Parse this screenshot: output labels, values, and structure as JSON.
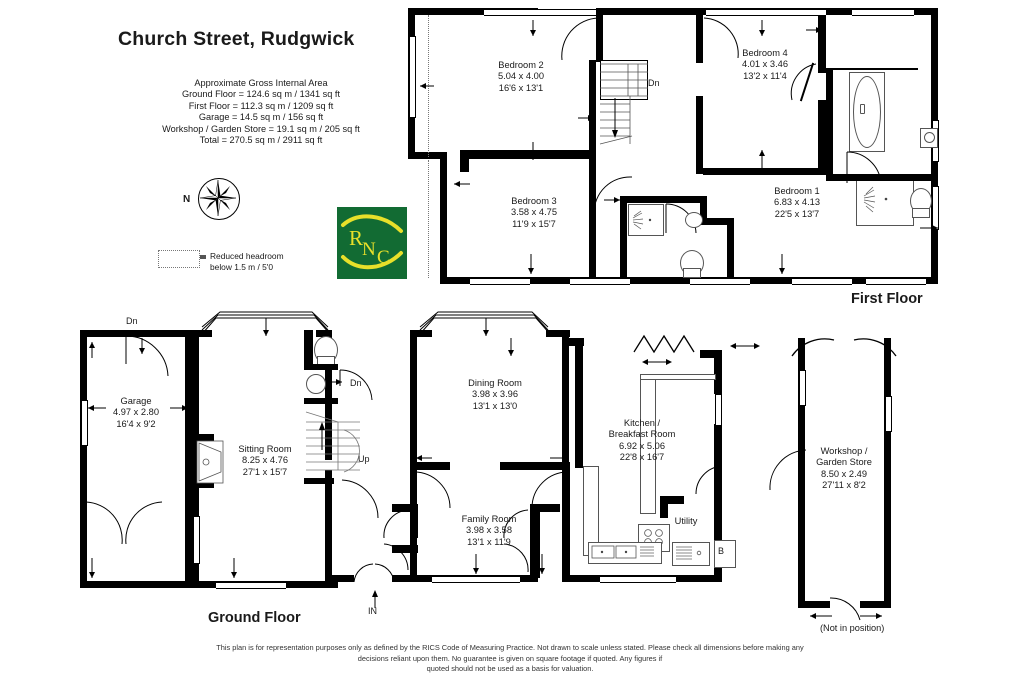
{
  "document": {
    "title": "Church Street, Rudgwick",
    "area_heading": "Approximate Gross Internal Area",
    "areas": [
      "Ground Floor = 124.6 sq m / 1341 sq ft",
      "First Floor = 112.3 sq m / 1209 sq ft",
      "Garage = 14.5 sq m / 156 sq ft",
      "Workshop / Garden Store = 19.1 sq m / 205 sq ft",
      "Total = 270.5 sq m / 2911 sq ft"
    ],
    "disclaimer_lines": [
      "This plan is for representation purposes only as defined by the RICS Code of Measuring Practice. Not drawn to scale unless stated. Please check all dimensions before making any",
      "decisions reliant upon them. No guarantee is given on square footage if quoted. Any figures if",
      "quoted should not be used as a basis for valuation."
    ]
  },
  "legend": {
    "compass_north": "N",
    "headroom_line1": "Reduced headroom",
    "headroom_line2": "below 1.5 m / 5'0"
  },
  "logo": {
    "letters": [
      "R",
      "N",
      "C"
    ],
    "background_color": "#126b33",
    "mark_color": "#e8e02a"
  },
  "floors": [
    {
      "id": "first",
      "label": "First Floor",
      "rooms": [
        {
          "name": "Bedroom 2",
          "metric": "5.04 x 4.00",
          "imperial": "16'6 x 13'1"
        },
        {
          "name": "Bedroom 4",
          "metric": "4.01 x 3.46",
          "imperial": "13'2 x 11'4"
        },
        {
          "name": "Bedroom 3",
          "metric": "3.58 x 4.75",
          "imperial": "11'9 x 15'7"
        },
        {
          "name": "Bedroom 1",
          "metric": "6.83 x 4.13",
          "imperial": "22'5 x 13'7"
        }
      ],
      "markers": [
        {
          "label": "Dn"
        }
      ]
    },
    {
      "id": "ground",
      "label": "Ground Floor",
      "rooms": [
        {
          "name": "Garage",
          "metric": "4.97 x 2.80",
          "imperial": "16'4 x 9'2"
        },
        {
          "name": "Sitting Room",
          "metric": "8.25 x 4.76",
          "imperial": "27'1 x 15'7"
        },
        {
          "name": "Dining Room",
          "metric": "3.98 x 3.96",
          "imperial": "13'1 x 13'0"
        },
        {
          "name": "Kitchen /\nBreakfast Room",
          "metric": "6.92 x 5.06",
          "imperial": "22'8 x 16'7"
        },
        {
          "name": "Family Room",
          "metric": "3.98 x 3.58",
          "imperial": "13'1 x 11'9"
        },
        {
          "name": "Utility",
          "metric": "",
          "imperial": ""
        },
        {
          "name": "Workshop /\nGarden Store",
          "metric": "8.50 x 2.49",
          "imperial": "27'11 x 8'2"
        }
      ],
      "markers": [
        {
          "label": "Dn"
        },
        {
          "label": "Dn"
        },
        {
          "label": "Up"
        },
        {
          "label": "IN"
        },
        {
          "label": "B"
        }
      ],
      "note": "(Not in position)"
    }
  ],
  "room_text": {
    "bedroom2_name": "Bedroom 2",
    "bedroom2_m": "5.04 x 4.00",
    "bedroom2_i": "16'6 x 13'1",
    "bedroom4_name": "Bedroom 4",
    "bedroom4_m": "4.01 x 3.46",
    "bedroom4_i": "13'2 x 11'4",
    "bedroom3_name": "Bedroom 3",
    "bedroom3_m": "3.58 x 4.75",
    "bedroom3_i": "11'9 x 15'7",
    "bedroom1_name": "Bedroom 1",
    "bedroom1_m": "6.83 x 4.13",
    "bedroom1_i": "22'5 x 13'7",
    "garage_name": "Garage",
    "garage_m": "4.97 x 2.80",
    "garage_i": "16'4 x 9'2",
    "sitting_name": "Sitting Room",
    "sitting_m": "8.25 x 4.76",
    "sitting_i": "27'1 x 15'7",
    "dining_name": "Dining Room",
    "dining_m": "3.98 x 3.96",
    "dining_i": "13'1 x 13'0",
    "kitchen_name1": "Kitchen /",
    "kitchen_name2": "Breakfast Room",
    "kitchen_m": "6.92 x 5.06",
    "kitchen_i": "22'8 x 16'7",
    "family_name": "Family Room",
    "family_m": "3.98 x 3.58",
    "family_i": "13'1 x 11'9",
    "utility_name": "Utility",
    "workshop_name1": "Workshop /",
    "workshop_name2": "Garden Store",
    "workshop_m": "8.50 x 2.49",
    "workshop_i": "27'11 x 8'2"
  },
  "markers": {
    "dn_first": "Dn",
    "dn_garage": "Dn",
    "dn_hall": "Dn",
    "up_hall": "Up",
    "in_entrance": "IN",
    "boiler": "B",
    "first_floor_label": "First Floor",
    "ground_floor_label": "Ground Floor",
    "not_in_position": "(Not in position)"
  }
}
